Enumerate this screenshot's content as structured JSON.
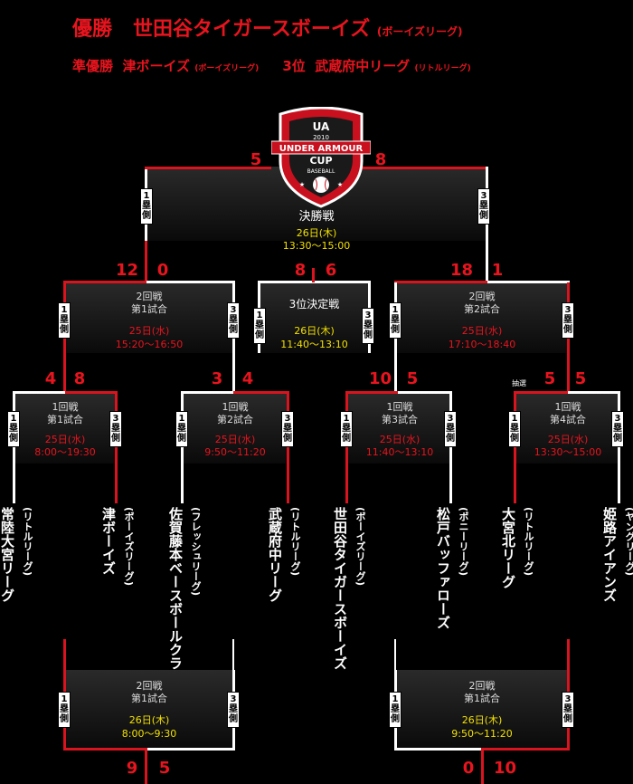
{
  "header": {
    "champion_label": "優勝",
    "champion_team": "世田谷タイガースボーイズ",
    "champion_league": "(ボーイズリーグ)",
    "runnerup_label": "準優勝",
    "runnerup_team": "津ボーイズ",
    "runnerup_league": "(ボーイズリーグ)",
    "third_label": "3位",
    "third_team": "武蔵府中リーグ",
    "third_league": "(リトルリーグ)"
  },
  "logo": {
    "year": "2010",
    "line1": "UNDER ARMOUR",
    "line2": "CUP",
    "line3": "BASEBALL"
  },
  "side_labels": {
    "first": "1塁側",
    "third": "3塁側"
  },
  "final": {
    "title": "決勝戦",
    "date": "26日(木)",
    "time": "13:30〜15:00",
    "score_left": "5",
    "score_right": "8"
  },
  "third_place": {
    "title": "3位決定戦",
    "date": "26日(木)",
    "time": "11:40〜13:10",
    "score_left": "8",
    "score_right": "6"
  },
  "r2_game1": {
    "title": "2回戦",
    "sub": "第1試合",
    "date": "25日(水)",
    "time": "15:20〜16:50",
    "score_left": "12",
    "score_right": "0"
  },
  "r2_game2": {
    "title": "2回戦",
    "sub": "第2試合",
    "date": "25日(水)",
    "time": "17:10〜18:40",
    "score_left": "18",
    "score_right": "1"
  },
  "r1": [
    {
      "title": "1回戦",
      "sub": "第1試合",
      "date": "25日(水)",
      "time": "8:00〜19:30",
      "score_left": "4",
      "score_right": "8"
    },
    {
      "title": "1回戦",
      "sub": "第2試合",
      "date": "25日(水)",
      "time": "9:50〜11:20",
      "score_left": "3",
      "score_right": "4"
    },
    {
      "title": "1回戦",
      "sub": "第3試合",
      "date": "25日(水)",
      "time": "11:40〜13:10",
      "score_left": "10",
      "score_right": "5"
    },
    {
      "title": "1回戦",
      "sub": "第4試合",
      "date": "25日(水)",
      "time": "13:30〜15:00",
      "score_left": "5",
      "score_right": "5",
      "note": "抽選"
    }
  ],
  "teams": [
    {
      "name": "常陸大宮リーグ",
      "league": "(リトルリーグ)"
    },
    {
      "name": "津ボーイズ",
      "league": "(ボーイズリーグ)"
    },
    {
      "name": "佐賀藤本ベースボールクラブ",
      "league": "(フレッシュリーグ)"
    },
    {
      "name": "武蔵府中リーグ",
      "league": "(リトルリーグ)"
    },
    {
      "name": "世田谷タイガースボーイズ",
      "league": "(ボーイズリーグ)"
    },
    {
      "name": "松戸バッファローズ",
      "league": "(ポニーリーグ)"
    },
    {
      "name": "大宮北リーグ",
      "league": "(リトルリーグ)"
    },
    {
      "name": "姫路アイアンズ",
      "league": "(ヤングリーグ)"
    }
  ],
  "lower_left": {
    "title": "2回戦",
    "sub": "第1試合",
    "date": "26日(木)",
    "time": "8:00〜9:30",
    "score_left": "9",
    "score_right": "5"
  },
  "lower_right": {
    "title": "2回戦",
    "sub": "第1試合",
    "date": "26日(木)",
    "time": "9:50〜11:20",
    "score_left": "0",
    "score_right": "10"
  }
}
